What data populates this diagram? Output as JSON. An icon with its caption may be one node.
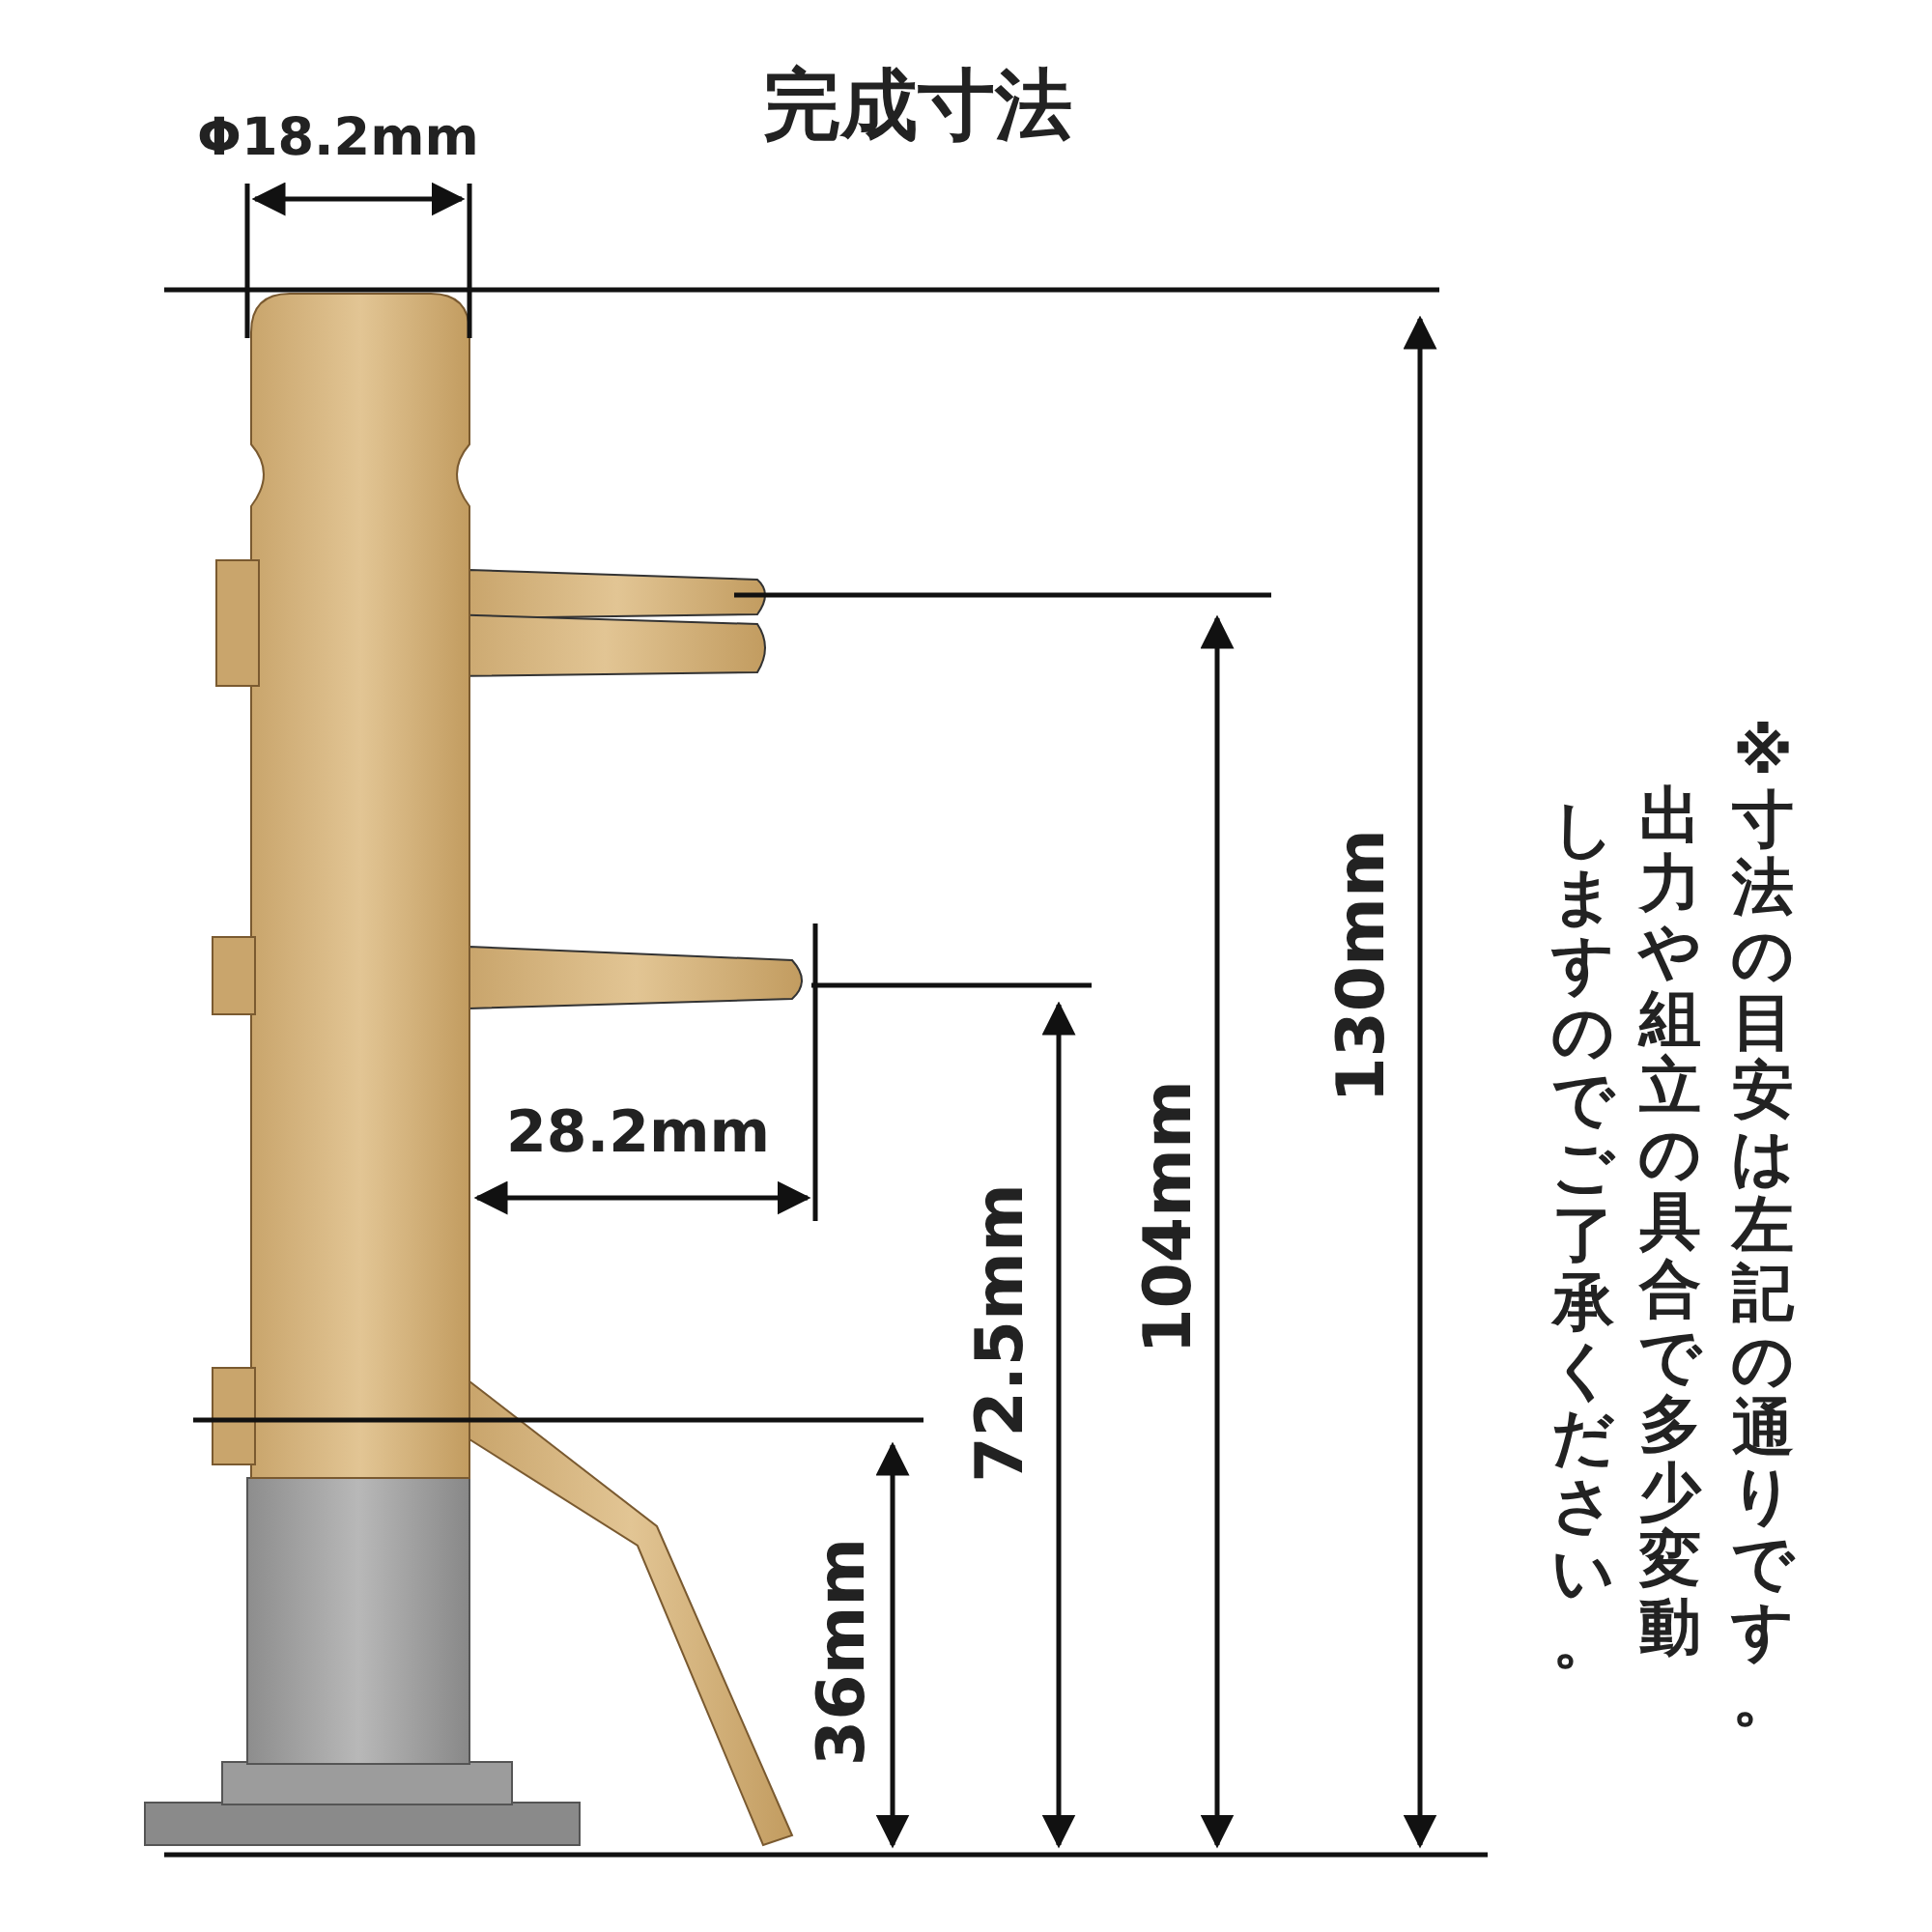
{
  "diagram": {
    "title": "完成寸法",
    "labels": [
      "Φ18.2mm",
      "28.2mm",
      "72.5mm",
      "104mm",
      "130mm",
      "36mm",
      "※寸法の目安は左記の通りです。",
      "出力や組立の具合で多少変動",
      "しますのでご了承ください。"
    ]
  }
}
